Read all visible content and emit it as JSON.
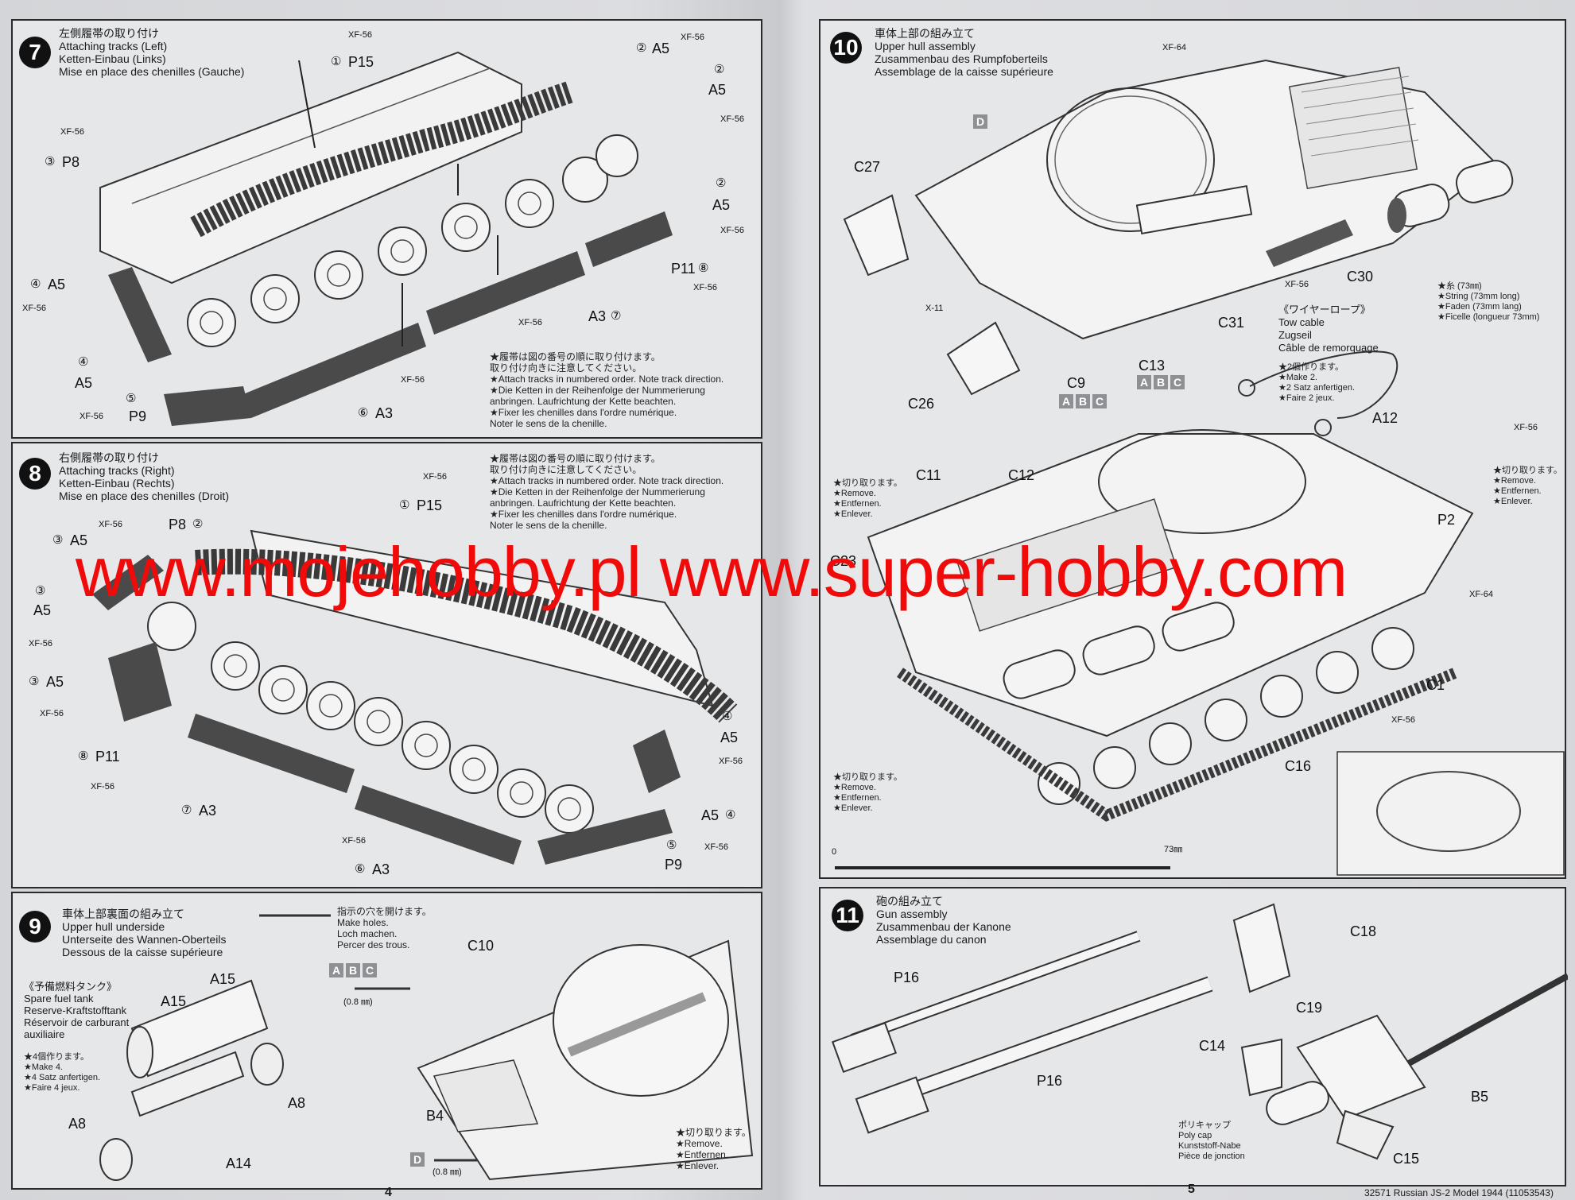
{
  "steps": {
    "s7": {
      "num": "7",
      "title_jp": "左側履帯の取り付け",
      "title_en": "Attaching tracks (Left)",
      "title_de": "Ketten-Einbau (Links)",
      "title_fr": "Mise en place des chenilles (Gauche)",
      "labels": {
        "xf56_a": "XF-56",
        "p15": "P15",
        "num1": "①",
        "a5_top": "A5",
        "num2a": "②",
        "xf56_b": "XF-56",
        "num2b": "②",
        "a5_b": "A5",
        "xf56_c": "XF-56",
        "num2c": "②",
        "a5_c": "A5",
        "xf56_d": "XF-56",
        "xf56_e": "XF-56",
        "num3": "③",
        "p8": "P8",
        "num4a": "④",
        "a5_l": "A5",
        "xf56_f": "XF-56",
        "num4b": "④",
        "a5_ll": "A5",
        "num5": "⑤",
        "p9": "P9",
        "xf56_g": "XF-56",
        "p11": "P11",
        "num8": "⑧",
        "xf56_h": "XF-56",
        "xf56_i": "XF-56",
        "a3_7": "A3",
        "num7": "⑦",
        "xf56_j": "XF-56",
        "num6": "⑥",
        "a3_6": "A3"
      },
      "note": [
        "★履帯は図の番号の順に取り付けます。",
        "取り付け向きに注意してください。",
        "★Attach tracks in numbered order. Note track direction.",
        "★Die Ketten in der Reihenfolge der Nummerierung",
        "anbringen. Laufrichtung der Kette beachten.",
        "★Fixer les chenilles dans l'ordre numérique.",
        "Noter le sens de la chenille."
      ]
    },
    "s8": {
      "num": "8",
      "title_jp": "右側履帯の取り付け",
      "title_en": "Attaching tracks (Right)",
      "title_de": "Ketten-Einbau (Rechts)",
      "title_fr": "Mise en place des chenilles (Droit)",
      "labels": {
        "xf56_top": "XF-56",
        "num1": "①",
        "p15": "P15",
        "xf56_a": "XF-56",
        "p8": "P8",
        "num2": "②",
        "num3a": "③",
        "a5_a": "A5",
        "num3b": "③",
        "a5_b": "A5",
        "xf56_b": "XF-56",
        "num3c": "③",
        "a5_c": "A5",
        "xf56_c": "XF-56",
        "num8": "⑧",
        "p11": "P11",
        "xf56_d": "XF-56",
        "num7": "⑦",
        "a3_7": "A3",
        "num4a": "④",
        "a5_r": "A5",
        "xf56_e": "XF-56",
        "a5_rr": "A5",
        "num4b": "④",
        "num5": "⑤",
        "xf56_f": "XF-56",
        "p9": "P9",
        "xf56_g": "XF-56",
        "num6": "⑥",
        "a3_6": "A3"
      },
      "note": [
        "★履帯は図の番号の順に取り付けます。",
        "取り付け向きに注意してください。",
        "★Attach tracks in numbered order. Note track direction.",
        "★Die Ketten in der Reihenfolge der Nummerierung",
        "anbringen. Laufrichtung der Kette beachten.",
        "★Fixer les chenilles dans l'ordre numérique.",
        "Noter le sens de la chenille."
      ]
    },
    "s9": {
      "num": "9",
      "title_jp": "車体上部裏面の組み立て",
      "title_en": "Upper hull underside",
      "title_de": "Unterseite des Wannen-Oberteils",
      "title_fr": "Dessous de la caisse supérieure",
      "holes": [
        "指示の穴を開けます。",
        "Make holes.",
        "Loch machen.",
        "Percer des trous."
      ],
      "abc": [
        "A",
        "B",
        "C"
      ],
      "drill1": "(0.8 ㎜)",
      "drill2": "(0.8 ㎜)",
      "d_letter": "D",
      "fuel": [
        "《予備燃料タンク》",
        "Spare fuel tank",
        "Reserve-Kraftstofftank",
        "Réservoir de carburant",
        "auxiliaire"
      ],
      "make4": [
        "★4個作ります。",
        "★Make 4.",
        "★4 Satz anfertigen.",
        "★Faire 4 jeux."
      ],
      "labels": {
        "a15_a": "A15",
        "a15_b": "A15",
        "a8_a": "A8",
        "a8_b": "A8",
        "a14": "A14",
        "c10": "C10",
        "b4": "B4"
      },
      "remove": [
        "★切り取ります。",
        "★Remove.",
        "★Entfernen.",
        "★Enlever."
      ]
    },
    "s10": {
      "num": "10",
      "title_jp": "車体上部の組み立て",
      "title_en": "Upper hull assembly",
      "title_de": "Zusammenbau des Rumpfoberteils",
      "title_fr": "Assemblage de la caisse supérieure",
      "labels": {
        "xf64": "XF-64",
        "d": "D",
        "c27": "C27",
        "xf56_a": "XF-56",
        "c30": "C30",
        "c31": "C31",
        "x11": "X-11",
        "c13": "C13",
        "c9": "C9",
        "c26": "C26",
        "a12": "A12",
        "xf56_b": "XF-56",
        "c11": "C11",
        "c12": "C12",
        "c23": "C23",
        "p2": "P2",
        "xf64_b": "XF-64",
        "c1": "C1",
        "xf56_c": "XF-56",
        "c16": "C16",
        "scale0": "0",
        "scale73": "73㎜"
      },
      "abc_c13": [
        "A",
        "B",
        "C"
      ],
      "abc_c9": [
        "A",
        "B",
        "C"
      ],
      "towcable": [
        "《ワイヤーロープ》",
        "Tow cable",
        "Zugseil",
        "Câble de remorquage"
      ],
      "make2": [
        "★2個作ります。",
        "★Make 2.",
        "★2 Satz anfertigen.",
        "★Faire 2 jeux."
      ],
      "string": [
        "★糸 (73㎜)",
        "★String (73mm long)",
        "★Faden (73mm lang)",
        "★Ficelle (longueur 73mm)"
      ],
      "remove_a": [
        "★切り取ります。",
        "★Remove.",
        "★Entfernen.",
        "★Enlever."
      ],
      "remove_b": [
        "★切り取ります。",
        "★Remove.",
        "★Entfernen.",
        "★Enlever."
      ],
      "remove_c": [
        "★切り取ります。",
        "★Remove.",
        "★Entfernen.",
        "★Enlever."
      ]
    },
    "s11": {
      "num": "11",
      "title_jp": "砲の組み立て",
      "title_en": "Gun assembly",
      "title_de": "Zusammenbau der Kanone",
      "title_fr": "Assemblage du canon",
      "labels": {
        "p16_a": "P16",
        "p16_b": "P16",
        "c18": "C18",
        "c19": "C19",
        "c14": "C14",
        "b5": "B5",
        "c15": "C15"
      },
      "polycap": [
        "ポリキャップ",
        "Poly cap",
        "Kunststoff-Nabe",
        "Pièce de jonction"
      ]
    }
  },
  "watermark": "www.mojehobby.pl www.super-hobby.com",
  "page_left": "4",
  "page_right": "5",
  "footer": "32571 Russian JS-2 Model 1944 (11053543)"
}
